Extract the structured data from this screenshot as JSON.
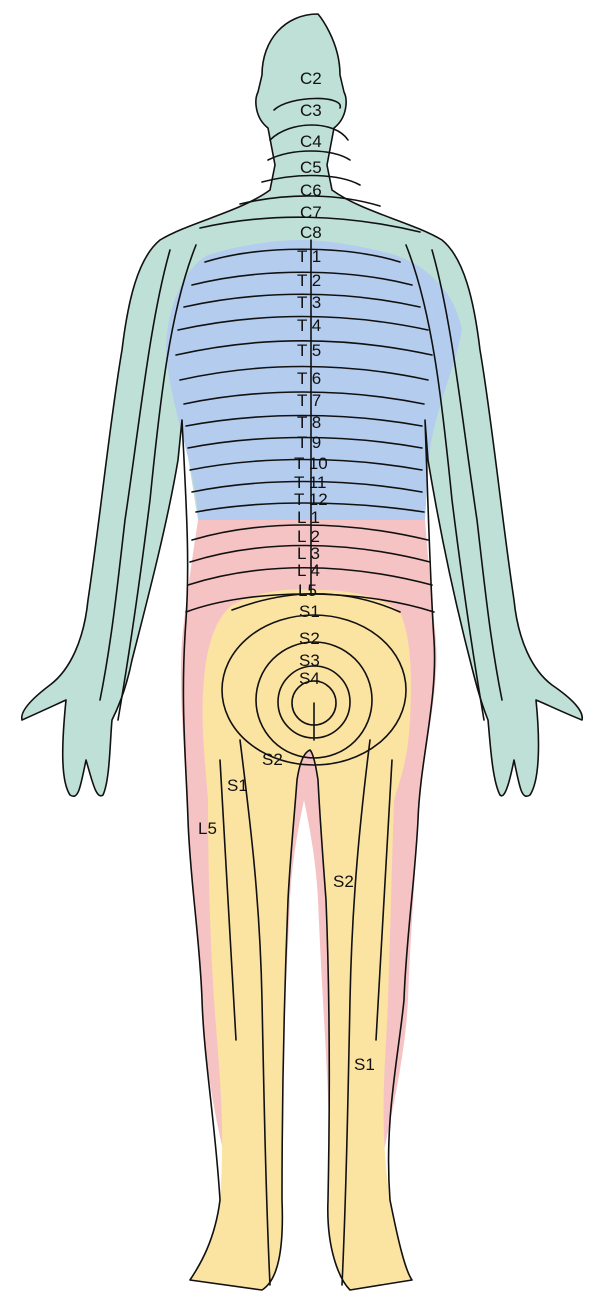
{
  "colors": {
    "cervical": "#bfe0d6",
    "thoracic": "#b4cdee",
    "lumbar": "#f6c3c4",
    "sacral": "#fbe3a2",
    "outline": "#111111"
  },
  "labels": {
    "c2": "C2",
    "c3": "C3",
    "c4": "C4",
    "c5": "C5",
    "c6": "C6",
    "c7": "C7",
    "c8": "C8",
    "t1": "T 1",
    "t2": "T 2",
    "t3": "T 3",
    "t4": "T 4",
    "t5": "T 5",
    "t6": "T 6",
    "t7": "T 7",
    "t8": "T 8",
    "t9": "T 9",
    "t10": "T 10",
    "t11": "T 11",
    "t12": "T 12",
    "l1": "L 1",
    "l2": "L 2",
    "l3": "L 3",
    "l4": "L 4",
    "l5": "L5",
    "s1": "S1",
    "s2": "S2",
    "s3": "S3",
    "s4": "S4",
    "s2_left_thigh": "S2",
    "s1_left_thigh": "S1",
    "l5_left_leg": "L5",
    "s2_right_leg": "S2",
    "s1_right_leg": "S1"
  }
}
